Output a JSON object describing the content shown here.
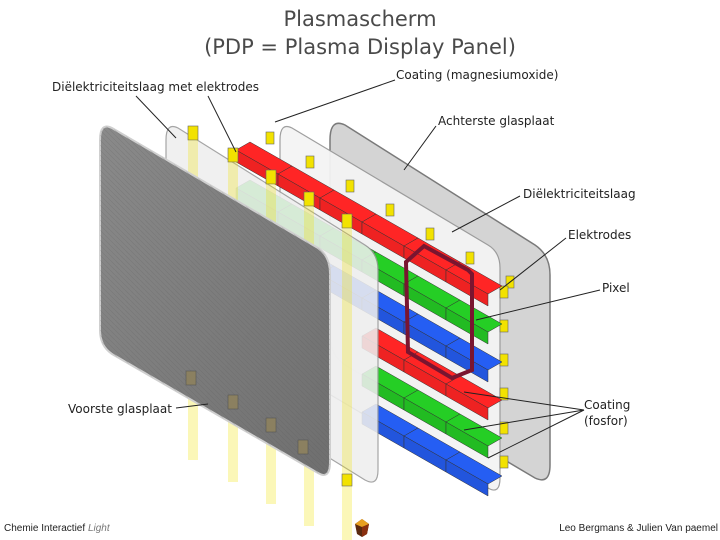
{
  "title": {
    "line1": "Plasmascherm",
    "line2": "(PDP = Plasma Display Panel)"
  },
  "labels": {
    "dielectric_with_electrodes": "Diëlektriciteitslaag met elektrodes",
    "coating_mgo": "Coating (magnesiumoxide)",
    "rear_glass": "Achterste glasplaat",
    "dielectric": "Diëlektriciteitslaag",
    "electrodes": "Elektrodes",
    "pixel": "Pixel",
    "front_glass": "Voorste glasplaat",
    "coating_phosphor_1": "Coating",
    "coating_phosphor_2": "(fosfor)"
  },
  "footer": {
    "left": "Chemie Interactief",
    "left_suffix": "Light",
    "right": "Leo Bergmans & Julien Van paemel"
  },
  "colors": {
    "red_cell": "#ee2222",
    "green_cell": "#22bb22",
    "blue_cell": "#2255dd",
    "electrode_yellow": "#f2e200",
    "pixel_outline": "#7a1530",
    "front_glass": "#888888"
  }
}
